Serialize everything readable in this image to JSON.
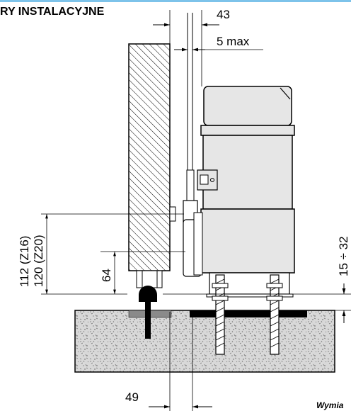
{
  "header": {
    "title": "RY INSTALACYJNE"
  },
  "footer": {
    "text": "Wymia"
  },
  "dimensions": {
    "d43": "43",
    "d5max": "5 max",
    "d112": "112 (Z16)",
    "d120": "120 (Z20)",
    "d64": "64",
    "d15_32": "15 ÷ 32",
    "d49": "49"
  },
  "colors": {
    "accent_line": "#7dc3ea",
    "motor_gray": "#e6e6e6",
    "concrete": "#dcdcdc"
  }
}
